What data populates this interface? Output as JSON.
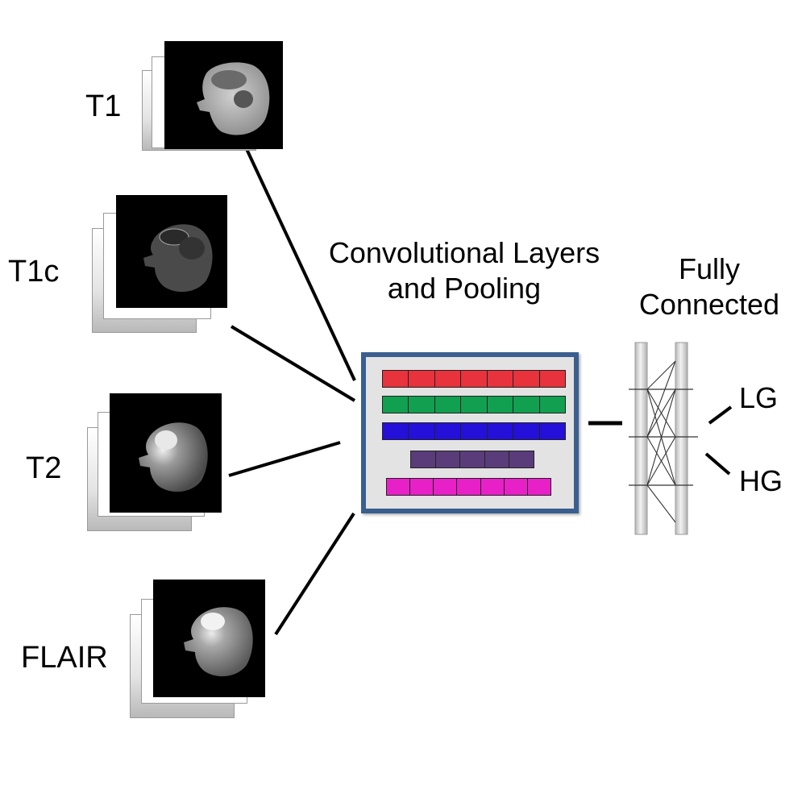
{
  "inputs": [
    {
      "label": "T1"
    },
    {
      "label": "T1c"
    },
    {
      "label": "T2"
    },
    {
      "label": "FLAIR"
    }
  ],
  "conv": {
    "title_line1": "Convolutional Layers",
    "title_line2": "and Pooling",
    "bars": [
      {
        "color": "#e8323c",
        "cells": 7
      },
      {
        "color": "#10a050",
        "cells": 7
      },
      {
        "color": "#2410d8",
        "cells": 7
      },
      {
        "color": "#5a3c7a",
        "cells": 5
      },
      {
        "color": "#e820c8",
        "cells": 7
      }
    ],
    "border_color": "#3a5f8f"
  },
  "fc": {
    "title_line1": "Fully",
    "title_line2": "Connected"
  },
  "outputs": [
    {
      "label": "LG"
    },
    {
      "label": "HG"
    }
  ]
}
